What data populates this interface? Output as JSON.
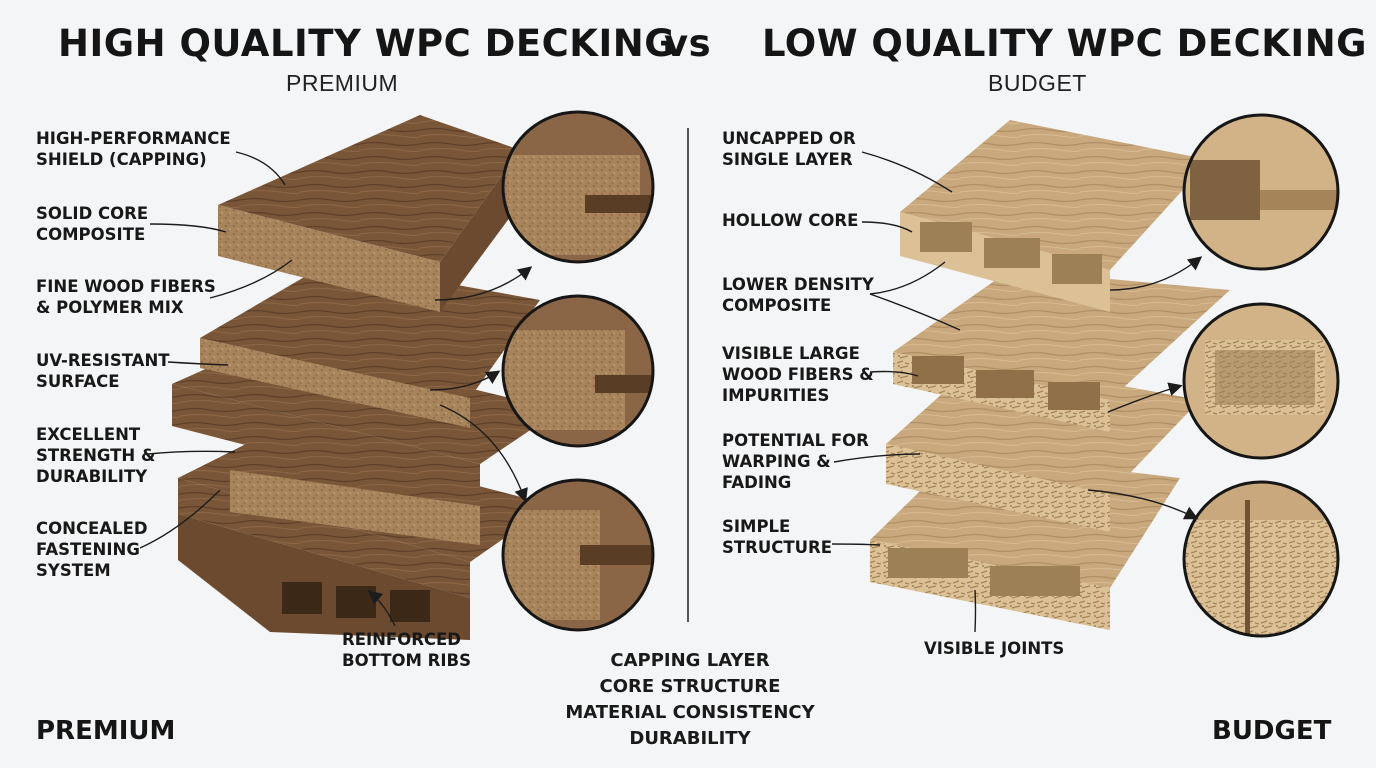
{
  "header": {
    "left_title": "HIGH QUALITY WPC DECKING",
    "vs": "vs",
    "right_title": "LOW QUALITY WPC DECKING",
    "left_subtitle": "PREMIUM",
    "right_subtitle": "BUDGET"
  },
  "premium_labels": [
    [
      "HIGH-PERFORMANCE",
      "SHIELD (CAPPING)"
    ],
    [
      "SOLID CORE",
      "COMPOSITE"
    ],
    [
      "FINE WOOD FIBERS",
      "& POLYMER MIX"
    ],
    [
      "UV-RESISTANT",
      "SURFACE"
    ],
    [
      "EXCELLENT",
      "STRENGTH &",
      "DURABILITY"
    ],
    [
      "CONCEALED",
      "FASTENING",
      "SYSTEM"
    ],
    [
      "REINFORCED",
      "BOTTOM RIBS"
    ]
  ],
  "budget_labels": [
    [
      "UNCAPPED OR",
      "SINGLE LAYER"
    ],
    [
      "HOLLOW CORE"
    ],
    [
      "LOWER DENSITY",
      "COMPOSITE"
    ],
    [
      "VISIBLE LARGE",
      "WOOD FIBERS &",
      "IMPURITIES"
    ],
    [
      "POTENTIAL FOR",
      "WARPING &",
      "FADING"
    ],
    [
      "SIMPLE",
      "STRUCTURE"
    ],
    [
      "VISIBLE JOINTS"
    ]
  ],
  "comparison_points": [
    "CAPPING LAYER",
    "CORE STRUCTURE",
    "MATERIAL CONSISTENCY",
    "DURABILITY"
  ],
  "footer": {
    "left": "PREMIUM",
    "right": "BUDGET"
  },
  "colors": {
    "premium_top": "#7a5638",
    "premium_side": "#a8845c",
    "premium_dark": "#5a3d25",
    "budget_top": "#c9a87e",
    "budget_side": "#dcc197",
    "budget_dark": "#a48458",
    "background": "#f4f5f6"
  }
}
